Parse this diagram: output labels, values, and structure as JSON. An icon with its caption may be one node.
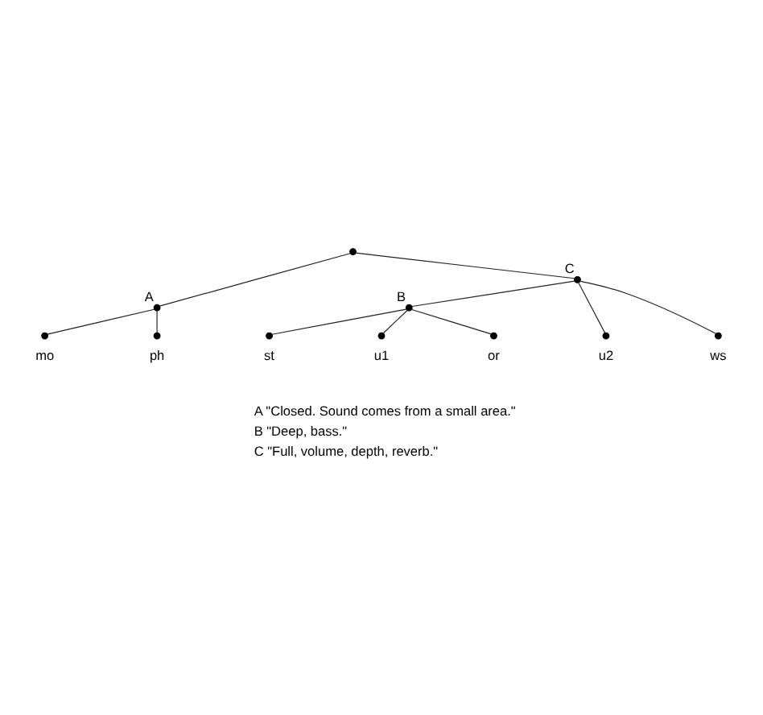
{
  "diagram": {
    "nodes": [
      {
        "text": [],
        "shape": "circle"
      },
      {
        "text": [],
        "shape": "circle",
        "beside": [
          "C"
        ]
      },
      {
        "text": [],
        "shape": "circle",
        "beside": [
          "A"
        ]
      },
      {
        "text": [],
        "shape": "circle",
        "beside": [
          "B"
        ]
      },
      {
        "text": [],
        "shape": "circle",
        "beside": [
          "mo"
        ]
      },
      {
        "text": [],
        "shape": "circle",
        "beside": [
          "ph"
        ]
      },
      {
        "text": [],
        "shape": "circle",
        "beside": [
          "st"
        ]
      },
      {
        "text": [],
        "shape": "circle",
        "beside": [
          "u1"
        ]
      },
      {
        "text": [],
        "shape": "circle",
        "beside": [
          "or"
        ]
      },
      {
        "text": [],
        "shape": "circle",
        "beside": [
          "u2"
        ]
      },
      {
        "text": [],
        "shape": "circle",
        "beside": [
          "ws"
        ]
      }
    ],
    "edges": [
      {
        "from": 0,
        "to": 2,
        "arrow": "none"
      },
      {
        "from": 0,
        "to": 1,
        "arrow": "none"
      },
      {
        "from": 1,
        "to": 3,
        "arrow": "none"
      },
      {
        "from": 1,
        "to": 9,
        "arrow": "none"
      },
      {
        "from": 1,
        "to": 10,
        "arrow": "none"
      },
      {
        "from": 2,
        "to": 4,
        "arrow": "none"
      },
      {
        "from": 2,
        "to": 5,
        "arrow": "none"
      },
      {
        "from": 3,
        "to": 6,
        "arrow": "none"
      },
      {
        "from": 3,
        "to": 7,
        "arrow": "none"
      },
      {
        "from": 3,
        "to": 8,
        "arrow": "none"
      }
    ],
    "labels": [
      "A \"Closed. Sound comes from a small area.\"",
      "B \"Deep, bass.\"",
      "C \"Full, volume, depth, reverb.\""
    ]
  }
}
